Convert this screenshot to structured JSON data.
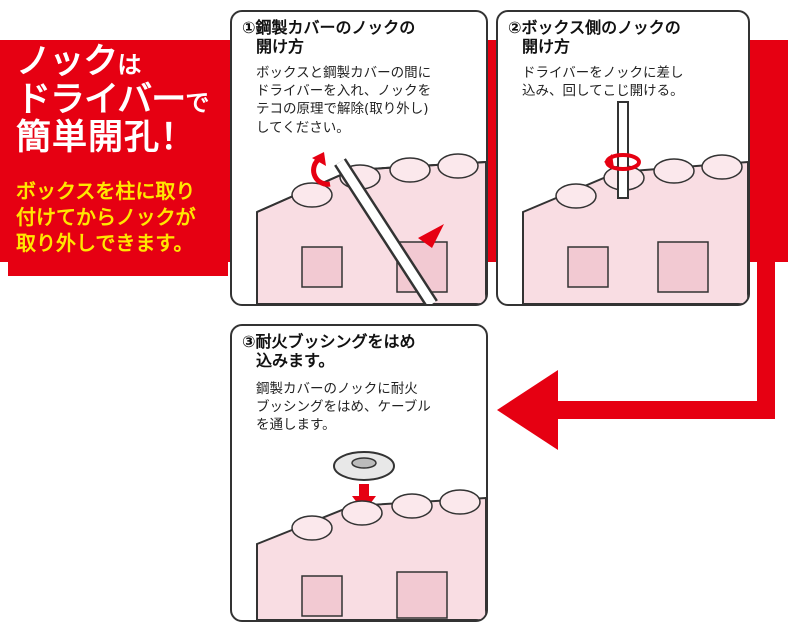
{
  "headline": {
    "line1_big": "ノック",
    "line1_small": "は",
    "line2_big": "ドライバー",
    "line2_small": "で",
    "line3": "簡単開孔！"
  },
  "subtext": [
    "ボックスを柱に取り",
    "付けてからノックが",
    "取り外しできます。"
  ],
  "steps": [
    {
      "title": [
        "①鋼製カバーのノックの",
        "開け方"
      ],
      "text": [
        "ボックスと鋼製カバーの間に",
        "ドライバーを入れ、ノックを",
        "テコの原理で解除(取り外し)",
        "してください。"
      ]
    },
    {
      "title": [
        "②ボックス側のノックの",
        "開け方"
      ],
      "text": [
        "ドライバーをノックに差し",
        "込み、回してこじ開ける。"
      ]
    },
    {
      "title": [
        "③耐火ブッシングをはめ",
        "込みます。"
      ],
      "text": [
        "鋼製カバーのノックに耐火",
        "ブッシングをはめ、ケーブル",
        "を通します。"
      ]
    }
  ],
  "colors": {
    "red": "#e60012",
    "yellow": "#ffe600",
    "box_pink": "#f9dde3"
  }
}
